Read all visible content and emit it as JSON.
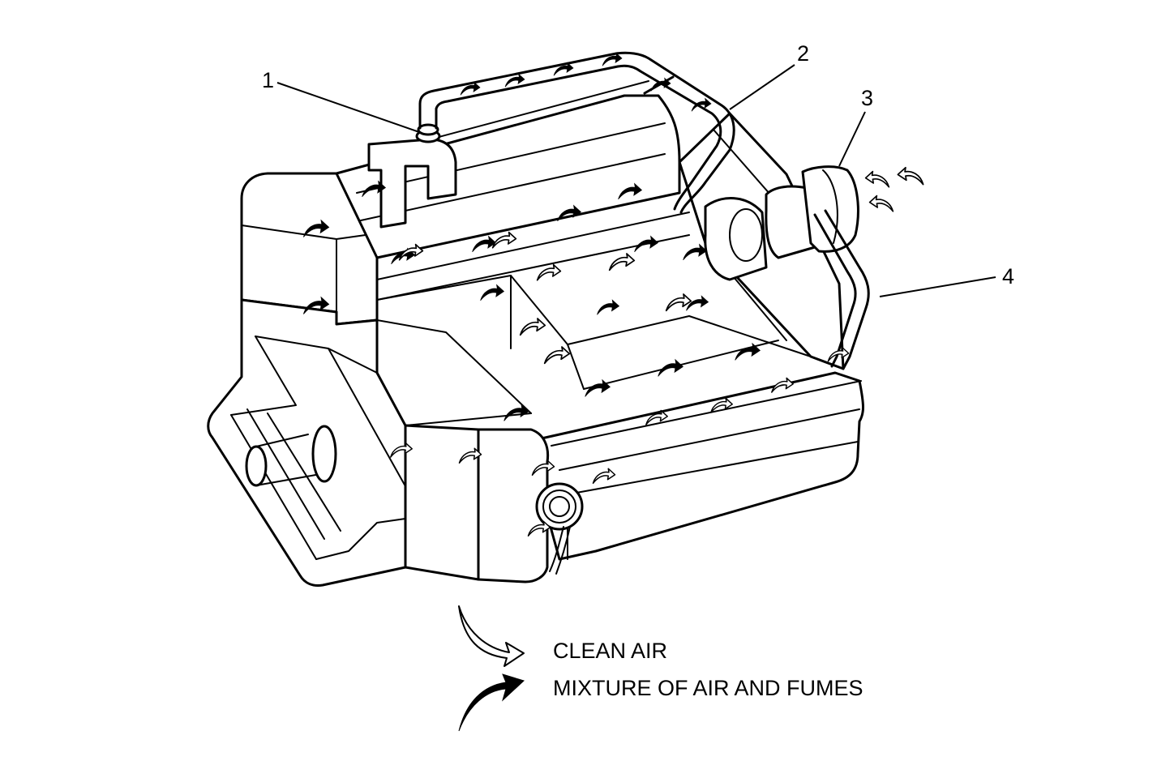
{
  "diagram": {
    "subject": "Engine crankcase ventilation airflow",
    "callouts": [
      {
        "id": "1",
        "label": "1"
      },
      {
        "id": "2",
        "label": "2"
      },
      {
        "id": "3",
        "label": "3"
      },
      {
        "id": "4",
        "label": "4"
      }
    ],
    "legend": {
      "clean_air": {
        "label": "CLEAN AIR",
        "icon": "hollow-curved-arrow"
      },
      "fumes": {
        "label": "MIXTURE OF AIR AND FUMES",
        "icon": "solid-curved-arrow"
      }
    },
    "colors": {
      "line": "#000000",
      "background": "#ffffff"
    }
  }
}
